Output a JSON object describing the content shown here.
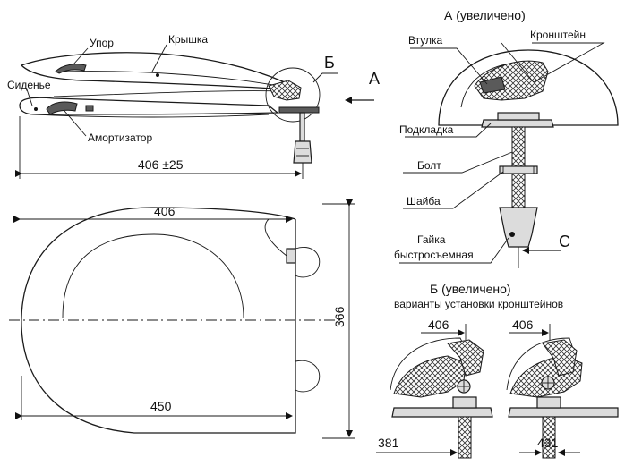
{
  "side_view": {
    "labels": {
      "stop": "Упор",
      "lid": "Крышка",
      "seat": "Сиденье",
      "damper": "Амортизатор",
      "view_b": "Б",
      "view_a": "А"
    },
    "dimension": "406 ±25"
  },
  "top_view": {
    "dim_top": "406",
    "dim_bottom": "450",
    "dim_height": "366"
  },
  "detail_a": {
    "title": "А (увеличено)",
    "labels": {
      "bushing": "Втулка",
      "bracket": "Кронштейн",
      "pad": "Подкладка",
      "bolt": "Болт",
      "washer": "Шайба",
      "nut_line1": "Гайка",
      "nut_line2": "быстросъемная",
      "c_mark": "С"
    }
  },
  "detail_b": {
    "title": "Б (увеличено)",
    "subtitle": "варианты установки кронштейнов",
    "left": {
      "top": "406",
      "bottom": "381"
    },
    "right": {
      "top": "406",
      "bottom": "431"
    }
  }
}
